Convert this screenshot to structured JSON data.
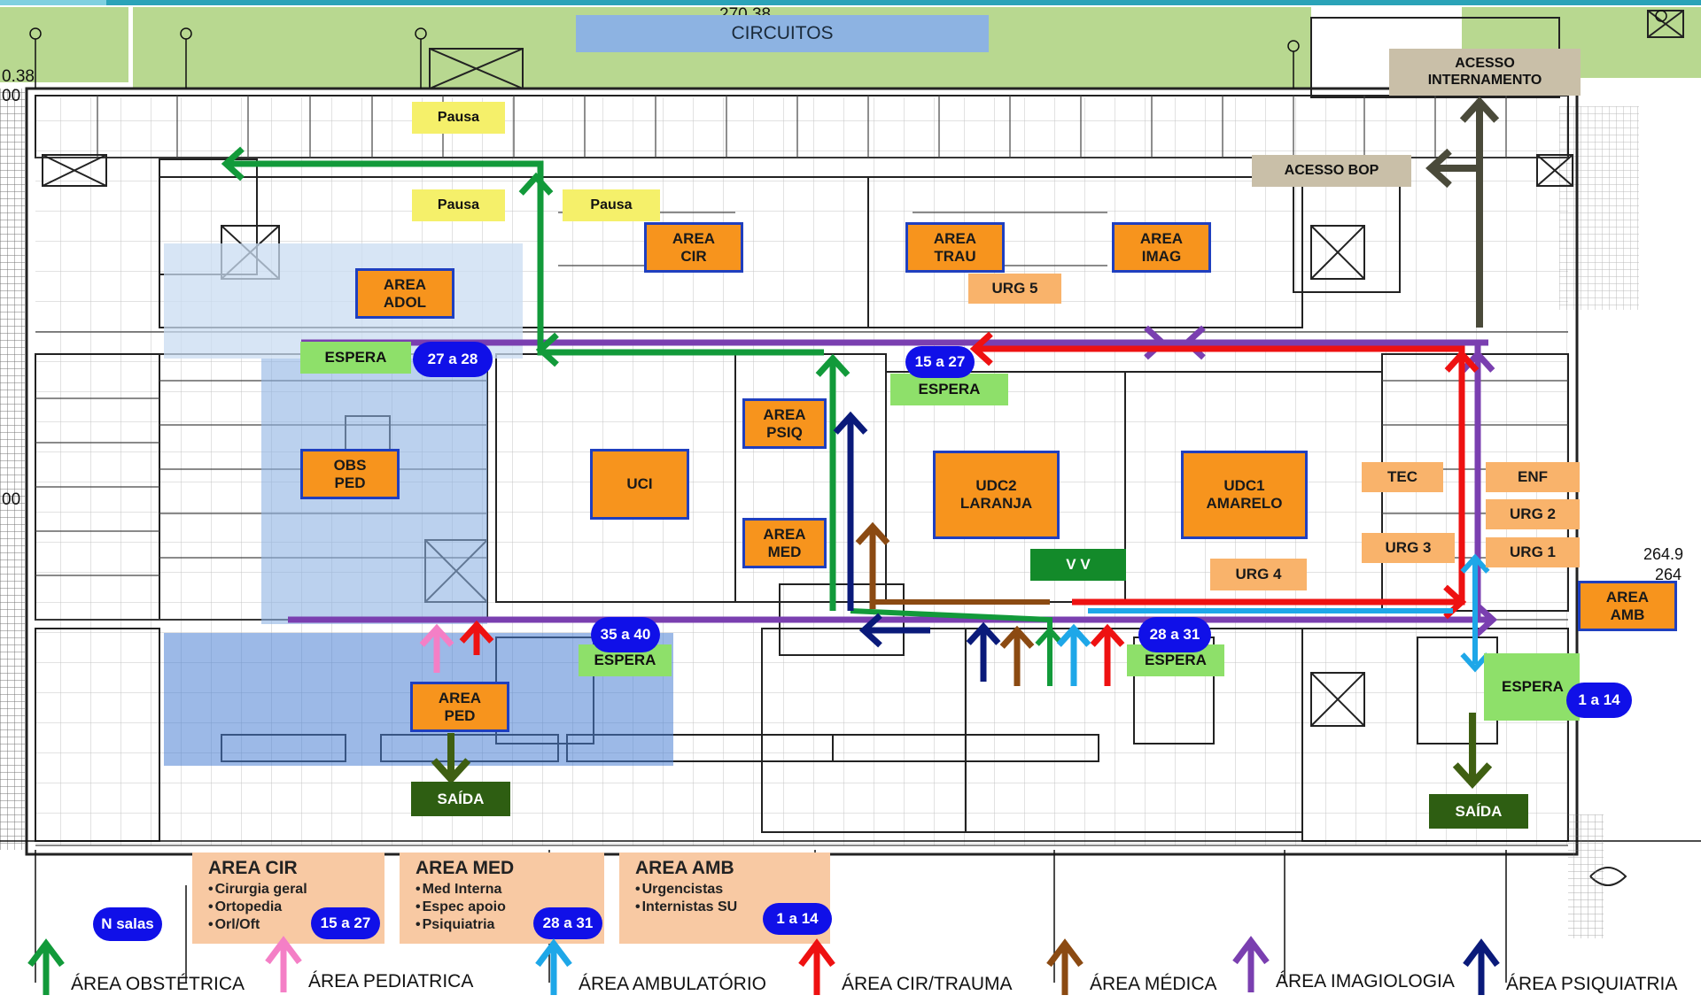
{
  "circuits_title": "CIRCUITOS",
  "pause_labels": [
    "Pausa",
    "Pausa",
    "Pausa"
  ],
  "areas": {
    "cir": "AREA\nCIR",
    "trau": "AREA\nTRAU",
    "imag": "AREA\nIMAG",
    "adol": "AREA\nADOL",
    "obs_ped": "OBS\nPED",
    "uci": "UCI",
    "psiq": "AREA\nPSIQ",
    "med": "AREA\nMED",
    "udc2": "UDC2\nLARANJA",
    "udc1": "UDC1\nAMARELO",
    "ped": "AREA\nPED",
    "amb": "AREA\nAMB"
  },
  "access": {
    "internamento": "ACESSO\nINTERNAMENTO",
    "bop": "ACESSO BOP"
  },
  "urg_labels": {
    "urg5": "URG 5",
    "tec": "TEC",
    "enf": "ENF",
    "urg2": "URG 2",
    "urg3": "URG 3",
    "urg1": "URG 1",
    "urg4": "URG 4"
  },
  "espera_labels": [
    "ESPERA",
    "ESPERA",
    "ESPERA",
    "ESPERA",
    "ESPERA"
  ],
  "exit_labels": [
    "SAÍDA",
    "SAÍDA"
  ],
  "vv_label": "V V",
  "room_ranges": {
    "r27_28": "27 a 28",
    "r15_27_top": "15 a 27",
    "r35_40": "35 a 40",
    "r28_31_mid": "28 a 31",
    "r1_14_right": "1 a 14"
  },
  "legend_boxes": [
    {
      "title": "AREA CIR",
      "items": [
        "Cirurgia geral",
        "Ortopedia",
        "Orl/Oft"
      ],
      "badge": "15 a 27"
    },
    {
      "title": "AREA MED",
      "items": [
        "Med Interna",
        "Espec apoio",
        "Psiquiatria"
      ],
      "badge": "28 a 31"
    },
    {
      "title": "AREA AMB",
      "items": [
        "Urgencistas",
        "Internistas SU"
      ],
      "badge": "1 a 14"
    }
  ],
  "n_salas_label": "N salas",
  "colors": {
    "obstetrica": "#129a3a",
    "pediatrica": "#f47fc6",
    "ambulatorio": "#1ea7e8",
    "cir_trauma": "#ee1111",
    "medica": "#8b4a12",
    "imagiologia": "#7a3fb0",
    "psiquiatria": "#0a1a7a",
    "saida": "#3f5f12",
    "acesso": "#4a4a3a"
  },
  "arrow_legend": [
    {
      "label": "ÁREA OBSTÉTRICA",
      "color": "#129a3a"
    },
    {
      "label": "ÁREA PEDIATRICA",
      "color": "#f47fc6"
    },
    {
      "label": "ÁREA AMBULATÓRIO",
      "color": "#1ea7e8"
    },
    {
      "label": "ÁREA CIR/TRAUMA",
      "color": "#ee1111"
    },
    {
      "label": "ÁREA MÉDICA",
      "color": "#8b4a12"
    },
    {
      "label": "ÁREA  IMAGIOLOGIA",
      "color": "#7a3fb0"
    },
    {
      "label": "ÁREA  PSIQUIATRIA",
      "color": "#0a1a7a"
    }
  ],
  "dimension_texts": [
    "0.38",
    "00",
    "00",
    "270.38",
    "264.9",
    "264"
  ]
}
